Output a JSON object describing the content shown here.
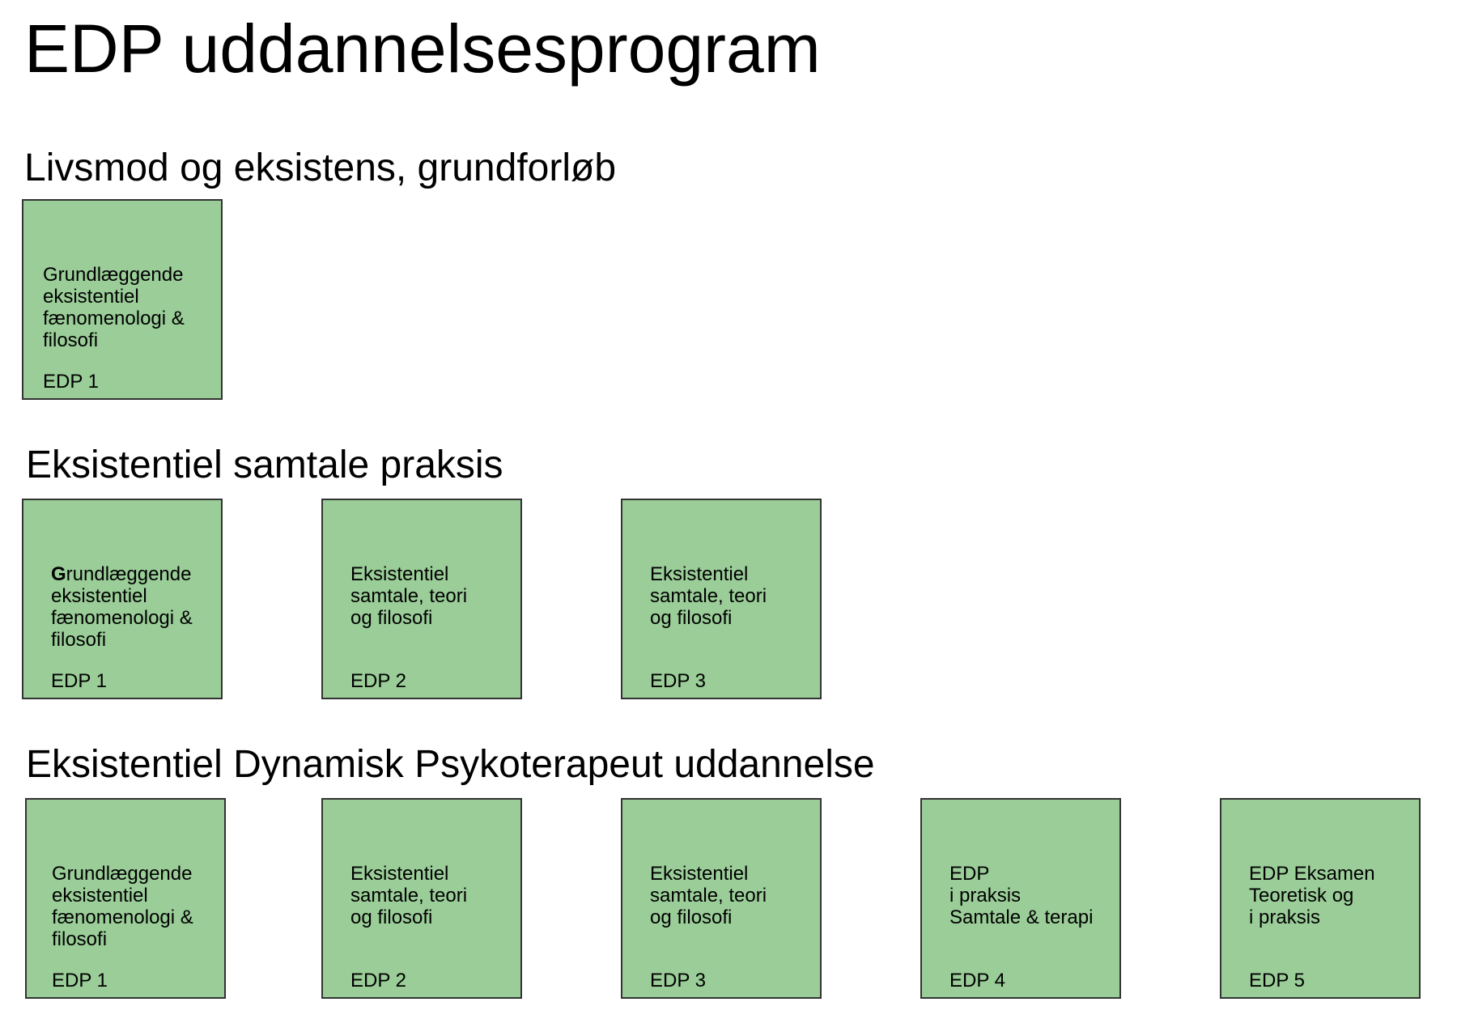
{
  "title": "EDP uddannelsesprogram",
  "sections": [
    {
      "heading": "Livsmod og eksistens, grundforløb",
      "boxes": [
        {
          "text": "Grundlæggende\neksistentiel\nfænomenologi &\nfilosofi",
          "label": "EDP 1"
        }
      ]
    },
    {
      "heading": "Eksistentiel samtale praksis",
      "boxes": [
        {
          "initial": "G",
          "text": "rundlæggende\neksistentiel\nfænomenologi &\nfilosofi",
          "label": "EDP 1"
        },
        {
          "text": "Eksistentiel\nsamtale, teori\nog filosofi",
          "label": "EDP 2"
        },
        {
          "text": "Eksistentiel\nsamtale, teori\nog filosofi",
          "label": "EDP 3"
        }
      ]
    },
    {
      "heading": "Eksistentiel Dynamisk Psykoterapeut uddannelse",
      "boxes": [
        {
          "text": "Grundlæggende\neksistentiel\nfænomenologi &\nfilosofi",
          "label": "EDP 1"
        },
        {
          "text": "Eksistentiel\nsamtale, teori\nog filosofi",
          "label": "EDP 2"
        },
        {
          "text": "Eksistentiel\nsamtale, teori\nog filosofi",
          "label": "EDP 3"
        },
        {
          "text": "EDP\ni praksis\nSamtale & terapi",
          "label": "EDP 4"
        },
        {
          "text": "EDP Eksamen\nTeoretisk og\ni praksis",
          "label": "EDP 5"
        }
      ]
    }
  ],
  "colors": {
    "box_fill": "#9acd98",
    "box_border": "#333333"
  }
}
